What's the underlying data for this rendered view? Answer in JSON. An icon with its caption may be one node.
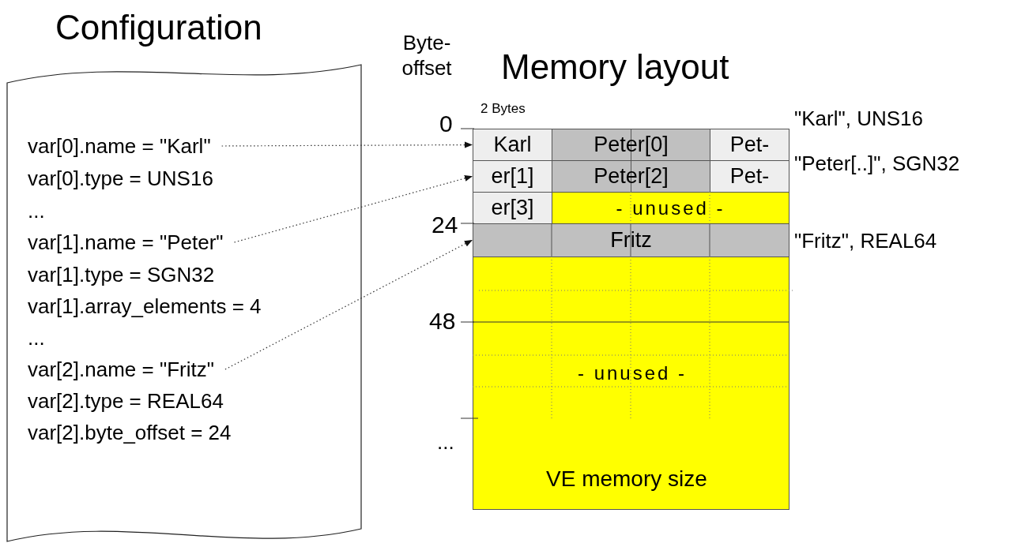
{
  "diagram": {
    "nodes": [
      {
        "text": [
          "Configuration"
        ]
      },
      {
        "text": [
          "var[0].name = \"Karl\""
        ],
        "in": 0
      },
      {
        "text": [
          "var[0].type = UNS16"
        ],
        "in": 0
      },
      {
        "text": [
          "..."
        ],
        "in": 0
      },
      {
        "text": [
          "var[1].name = \"Peter\""
        ],
        "in": 0
      },
      {
        "text": [
          "var[1].type = SGN32"
        ],
        "in": 0
      },
      {
        "text": [
          "var[1].array_elements = 4"
        ],
        "in": 0
      },
      {
        "text": [
          "..."
        ],
        "in": 0
      },
      {
        "text": [
          "var[2].name = \"Fritz\""
        ],
        "in": 0
      },
      {
        "text": [
          "var[2].type = REAL64"
        ],
        "in": 0
      },
      {
        "text": [
          "var[2].byte_offset = 24"
        ],
        "in": 0
      },
      {
        "text": [
          "Memory layout"
        ]
      },
      {
        "text": [
          "Karl"
        ],
        "in": 11
      },
      {
        "text": [
          "Peter[0]"
        ],
        "in": 11
      },
      {
        "text": [
          "Pet-"
        ],
        "in": 11
      },
      {
        "text": [
          "er[1]"
        ],
        "in": 11
      },
      {
        "text": [
          "Peter[2]"
        ],
        "in": 11
      },
      {
        "text": [
          "Pet-"
        ],
        "in": 11
      },
      {
        "text": [
          "er[3]"
        ],
        "in": 11
      },
      {
        "text": [
          "- unused -"
        ],
        "in": 11
      },
      {
        "text": [
          "Fritz"
        ],
        "in": 11
      },
      {
        "text": [
          "- unused -",
          "VE memory size"
        ],
        "in": 11
      }
    ],
    "edges": [
      {
        "from": 1,
        "to": 12,
        "arrow": "to",
        "style": "dashed"
      },
      {
        "from": 4,
        "to": 15,
        "arrow": "to",
        "style": "dashed"
      },
      {
        "from": 8,
        "to": 20,
        "arrow": "to",
        "style": "dashed"
      }
    ],
    "labels": [
      "Byte- offset",
      "2 Bytes",
      "0",
      "\"Karl\", UNS16",
      "\"Peter[..]\", SGN32",
      "24",
      "\"Fritz\", REAL64",
      "48",
      "..."
    ]
  }
}
